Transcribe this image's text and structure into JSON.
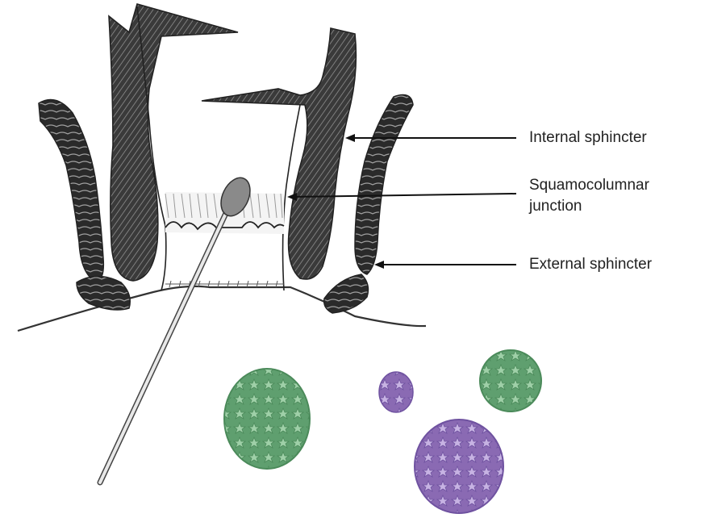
{
  "labels": {
    "internal_sphincter": "Internal sphincter",
    "squamocolumnar_line1": "Squamocolumnar",
    "squamocolumnar_line2": "junction",
    "external_sphincter": "External sphincter"
  },
  "colors": {
    "muscle": "#2c2c2c",
    "outline": "#333333",
    "swab_tip": "#8a8a8a",
    "virus_green": "#6fae7d",
    "virus_purple": "#9a7cc0"
  },
  "icons": {
    "swab": "cotton-swab-icon",
    "virus": "virus-particle-icon"
  }
}
